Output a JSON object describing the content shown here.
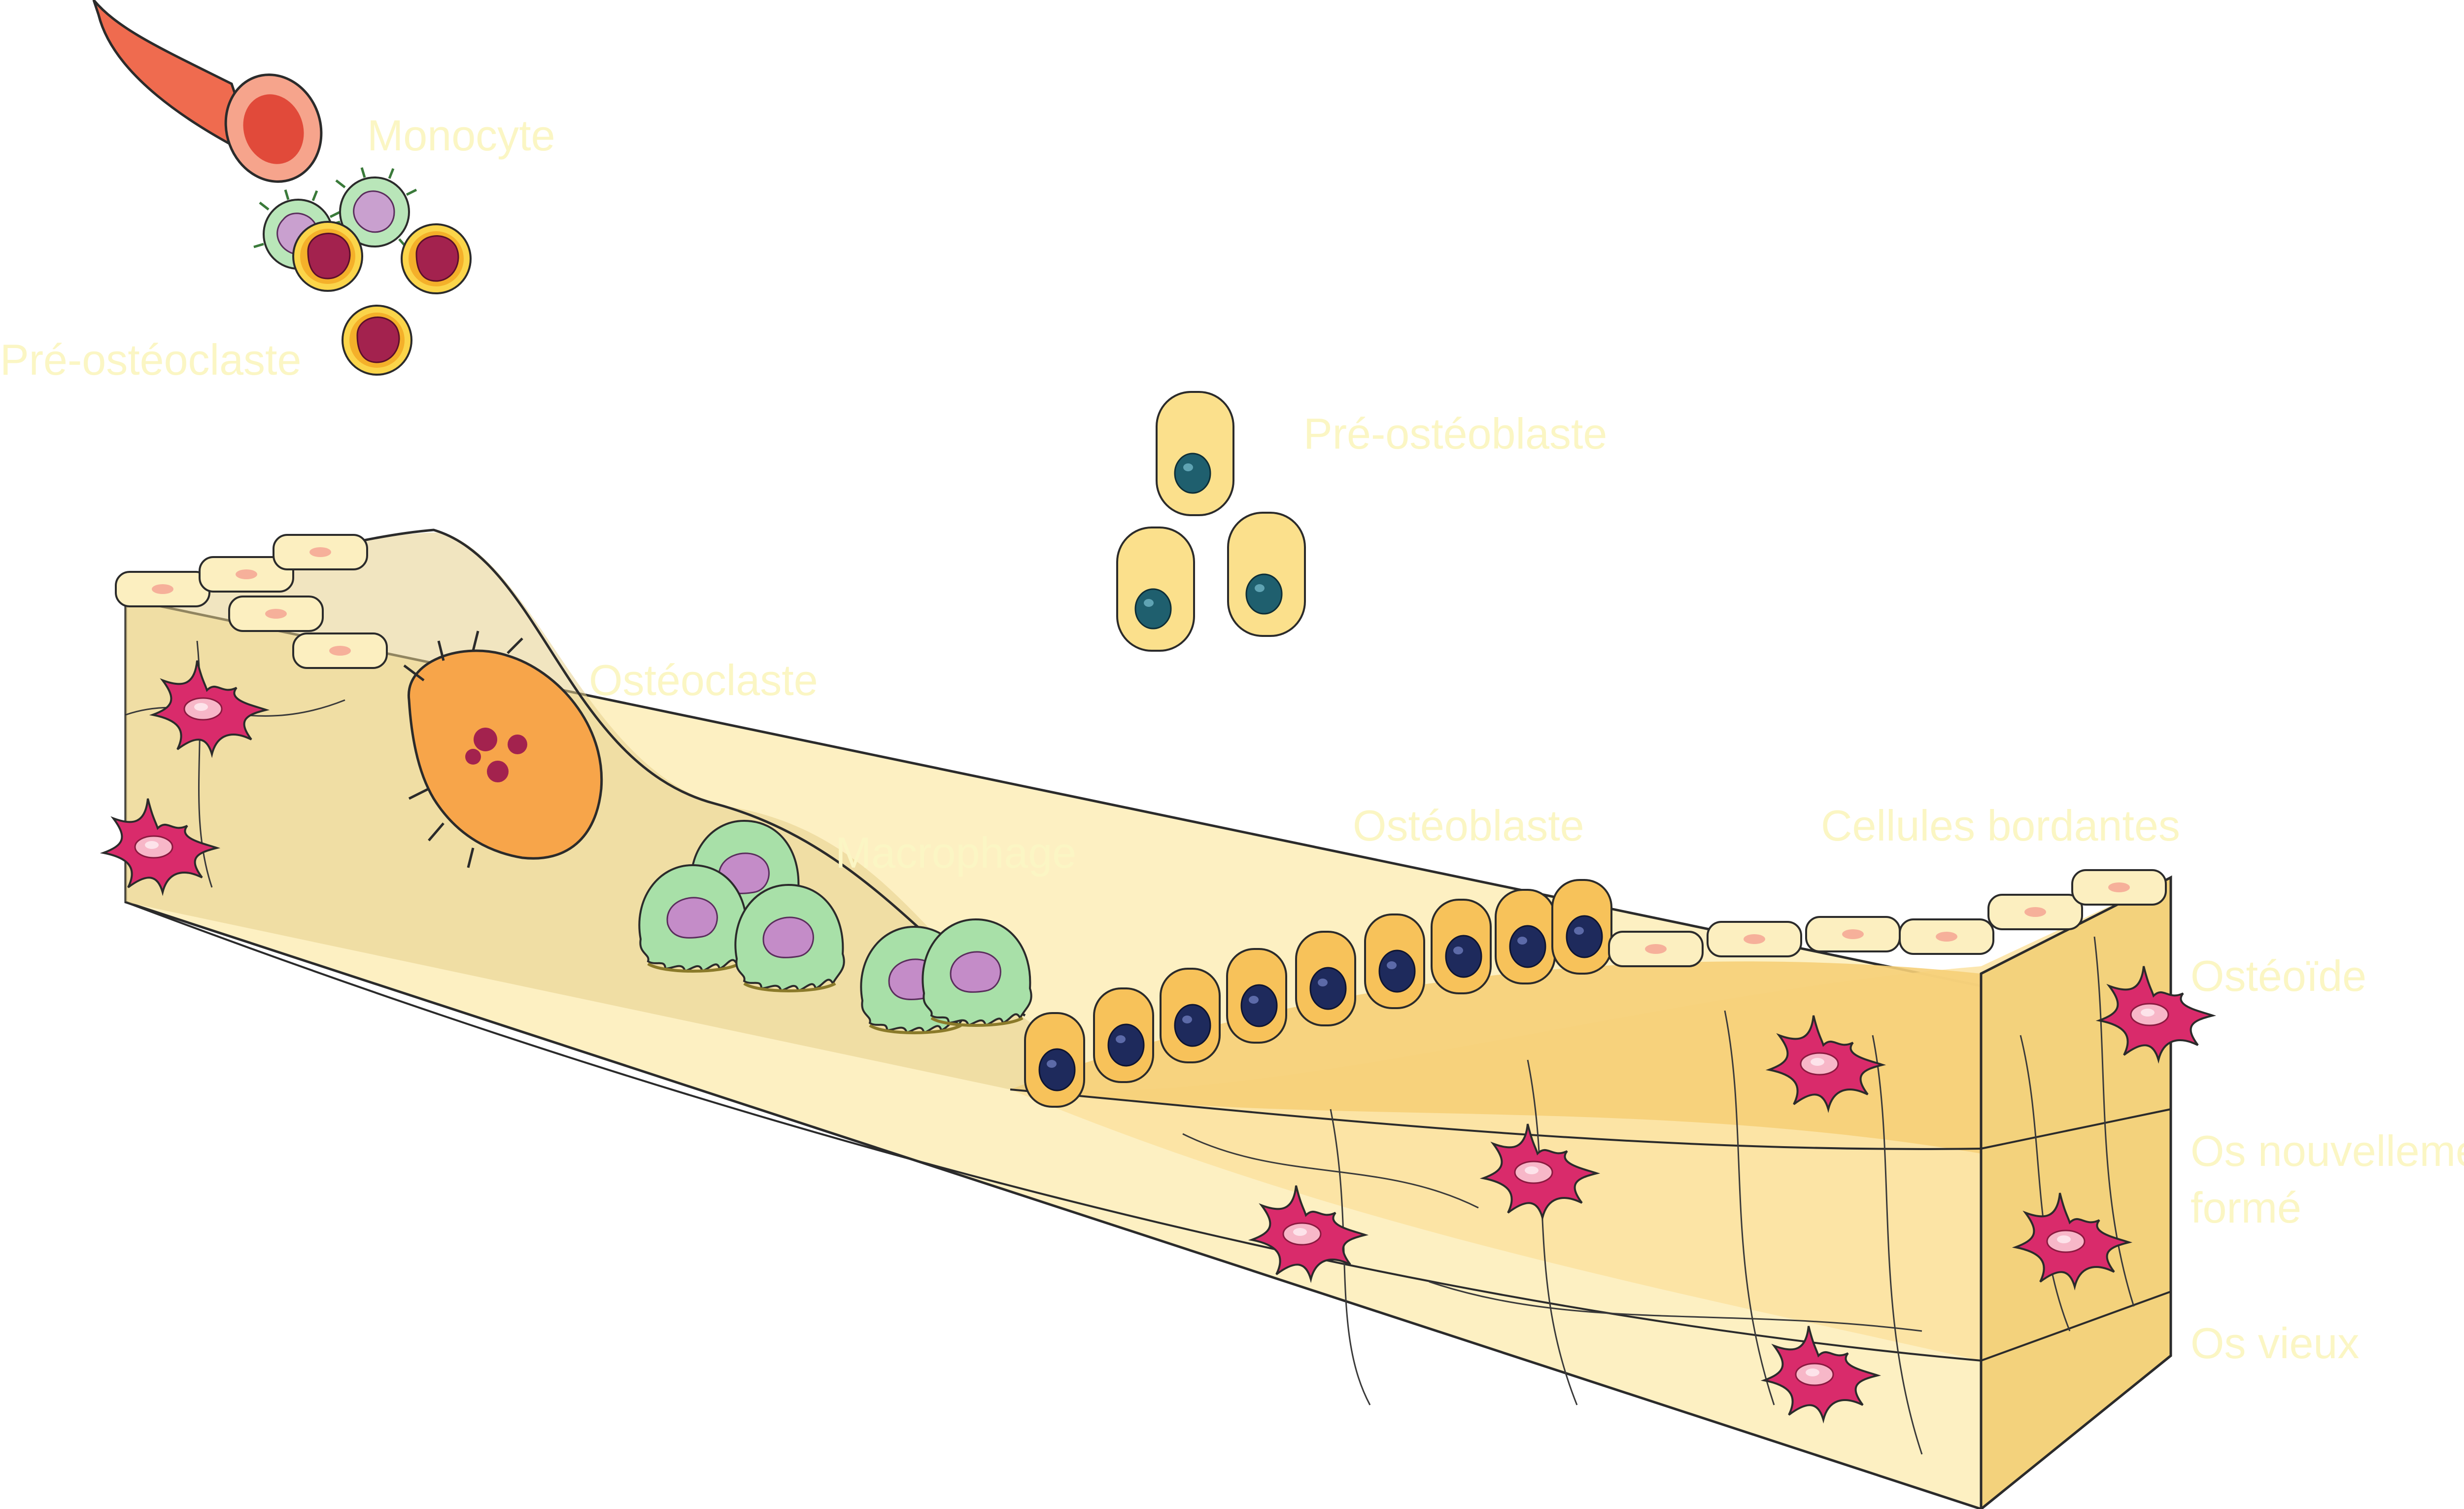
{
  "labels": {
    "monocyte": "Monocyte",
    "pre_osteoclaste": "Pré-ostéoclaste",
    "pre_osteoblaste": "Pré-ostéoblaste",
    "osteoclaste": "Ostéoclaste",
    "macrophage": "Macrophage",
    "osteoblaste": "Ostéoblaste",
    "cellules_bordantes": "Cellules bordantes",
    "osteoide": "Ostéoïde",
    "os_nouvellement_forme_line1": "Os nouvellement",
    "os_nouvellement_forme_line2": "formé",
    "os_vieux": "Os vieux"
  },
  "colors": {
    "label_text": "#fbf6c4",
    "bone_old": "#fdf0c2",
    "bone_new": "#fbe2a0",
    "osteoid": "#f6cf78",
    "resorption_pit": "#e6cf8c",
    "osteocyte": "#d92b6b",
    "osteoclast": "#f7a54a",
    "macrophage": "#a8e0a8",
    "pre_osteoblast": "#fbe08c",
    "osteoblast_nucleus": "#1e2a5c",
    "monocyte_nucleus": "#a3224e",
    "vessel": "#ef6b4f",
    "outline": "#2b2b2b"
  }
}
